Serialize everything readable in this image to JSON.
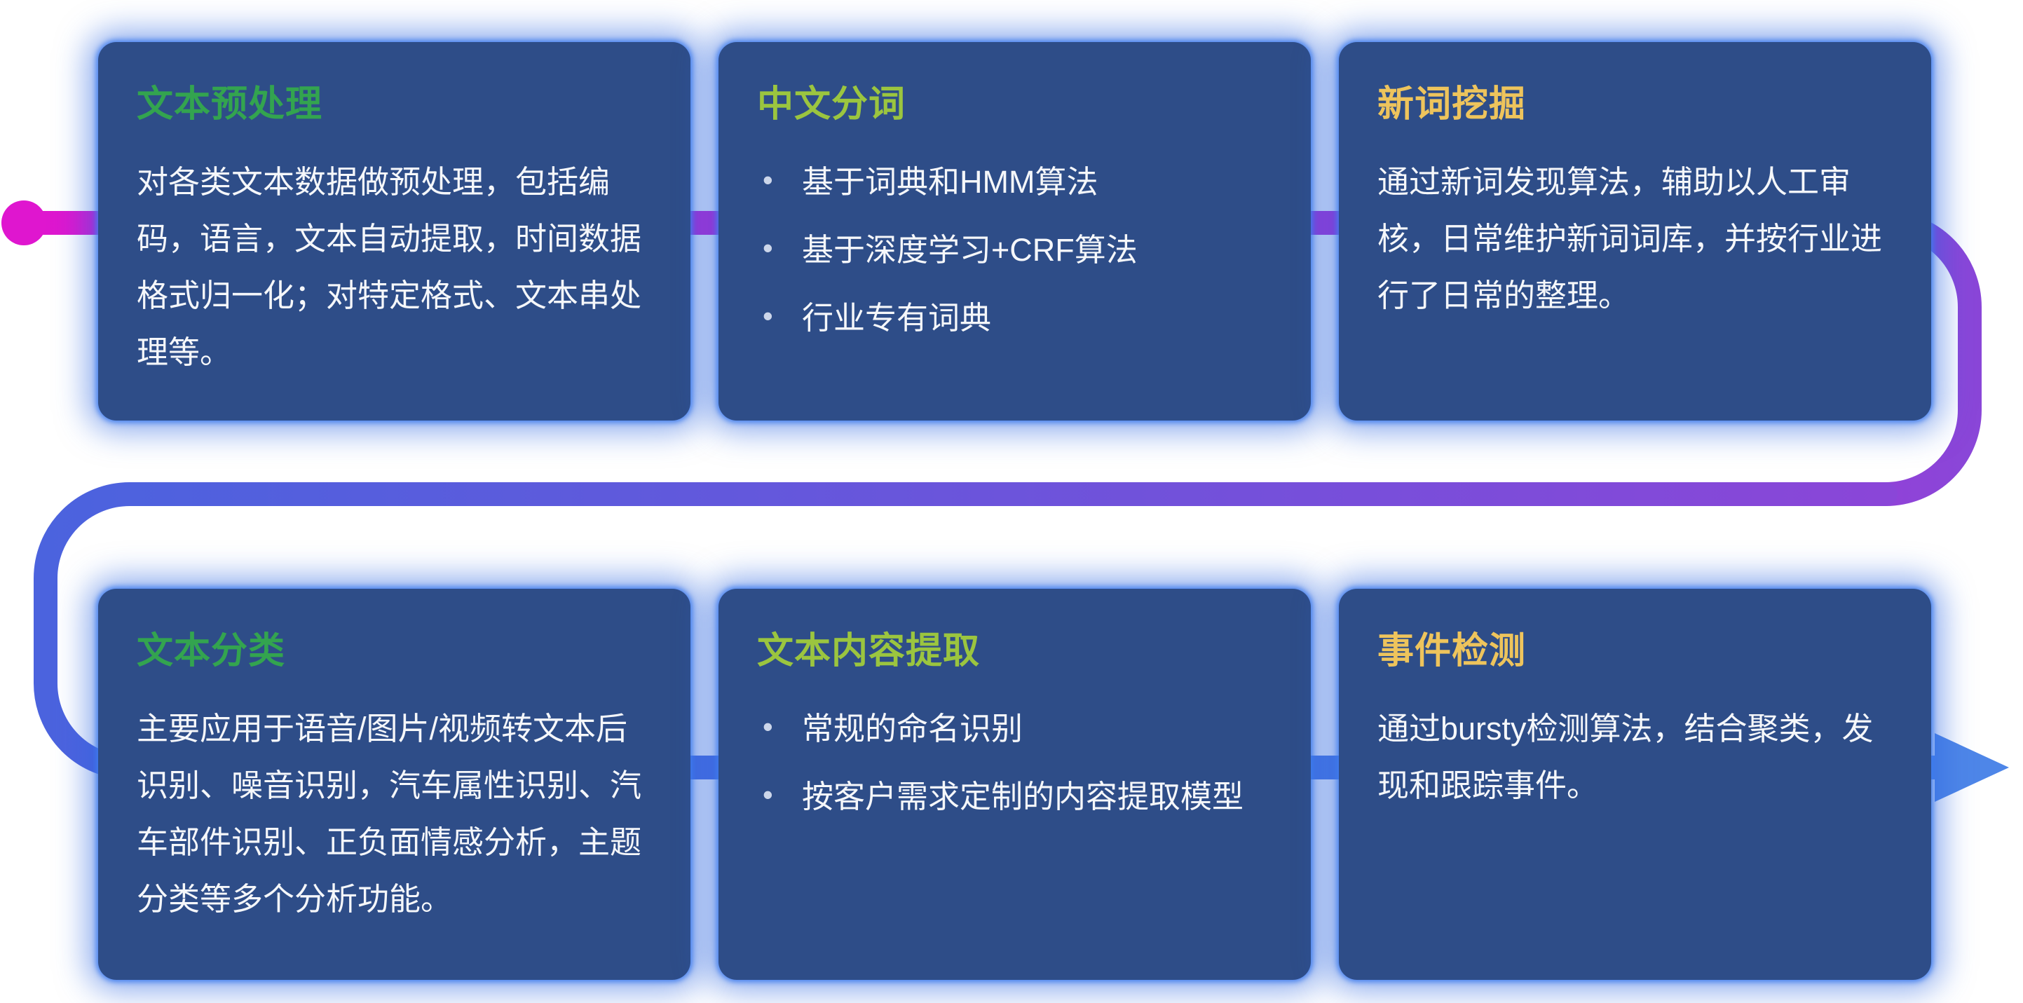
{
  "flow": {
    "dot_color": "#df16cf",
    "magenta": "#df16cf",
    "magenta_mid": "#c71fd2",
    "purple": "#8a46d8",
    "blue": "#4b63de",
    "arrow_color": "#4e86e8",
    "line_width": 34
  },
  "card_style": {
    "background": "#2e4d88",
    "glow": "#2f68e0",
    "body_text_color": "#f5f7fa"
  },
  "cards": [
    {
      "title": "文本预处理",
      "title_color": "#33a44f",
      "body": "对各类文本数据做预处理，包括编码，语言，文本自动提取，时间数据格式归一化；对特定格式、文本串处理等。"
    },
    {
      "title": "中文分词",
      "title_color": "#9bc53f",
      "bullets": [
        "基于词典和HMM算法",
        "基于深度学习+CRF算法",
        "行业专有词典"
      ]
    },
    {
      "title": "新词挖掘",
      "title_color": "#eec45c",
      "body": "通过新词发现算法，辅助以人工审核，日常维护新词词库，并按行业进行了日常的整理。"
    },
    {
      "title": "文本分类",
      "title_color": "#33a44f",
      "body": "主要应用于语音/图片/视频转文本后识别、噪音识别，汽车属性识别、汽车部件识别、正负面情感分析，主题分类等多个分析功能。"
    },
    {
      "title": "文本内容提取",
      "title_color": "#9bc53f",
      "bullets": [
        "常规的命名识别",
        "按客户需求定制的内容提取模型"
      ]
    },
    {
      "title": "事件检测",
      "title_color": "#eec45c",
      "body": "通过bursty检测算法，结合聚类，发现和跟踪事件。"
    }
  ]
}
